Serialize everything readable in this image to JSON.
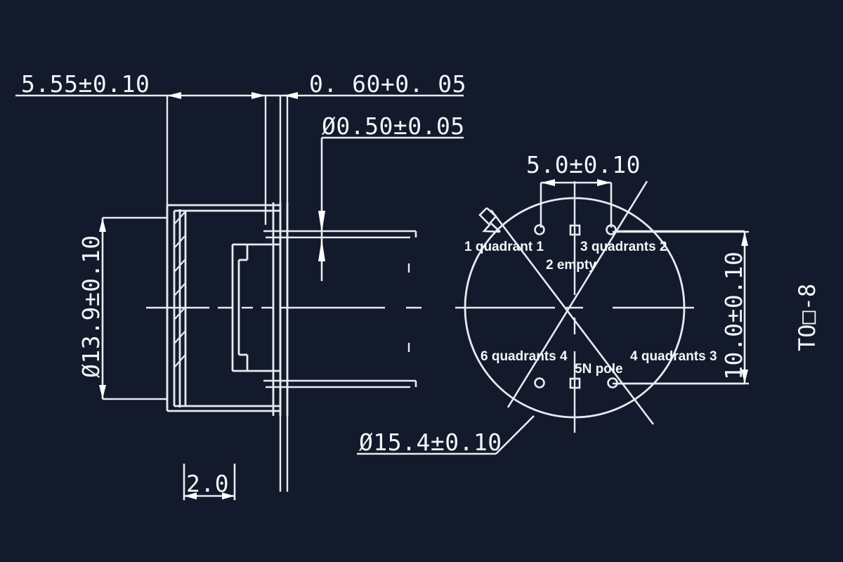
{
  "drawing": {
    "title": "TO-8 Package Outline Drawing",
    "background_color": "#131a2b",
    "line_color": "#e8ebf0",
    "accent_color": "#ffffff",
    "part_label": "TO□-8"
  },
  "dimensions": {
    "overall_length": "5.55±0.10",
    "flange_thickness": "0. 60+0. 05",
    "lead_diameter": "Ø0.50±0.05",
    "body_diameter": "Ø13.9±0.10",
    "step_width": "2.0",
    "pin_pitch_horizontal": "5.0±0.10",
    "flange_diameter": "Ø15.4±0.10",
    "pin_pitch_vertical": "10.0±0.10"
  },
  "pin_notes": {
    "pin1": "1 quadrant 1",
    "pin2": "2 empty",
    "pin3": "3 quadrants 2",
    "pin4": "4 quadrants 3",
    "pin5": "5N pole",
    "pin6": "6 quadrants 4"
  },
  "chart_data": {
    "type": "table",
    "title": "TO-8 Package Outline Drawing",
    "views": [
      {
        "name": "side-section-view",
        "description": "Sectioned side elevation of TO-8 header with flange and leads"
      },
      {
        "name": "front-circular-view",
        "description": "Front view of circular TO-8 header showing 6 pin locations"
      }
    ],
    "labeled_dimensions": [
      {
        "label": "5.55±0.10",
        "nominal": 5.55,
        "tolerance_plus": 0.1,
        "tolerance_minus": 0.1,
        "feature": "overall length",
        "view": "side"
      },
      {
        "label": "0. 60+0. 05",
        "nominal": 0.6,
        "tolerance_plus": 0.05,
        "tolerance_minus": 0.0,
        "feature": "flange thickness",
        "view": "side"
      },
      {
        "label": "Ø0.50±0.05",
        "nominal": 0.5,
        "tolerance_plus": 0.05,
        "tolerance_minus": 0.05,
        "feature": "lead diameter",
        "view": "side"
      },
      {
        "label": "Ø13.9±0.10",
        "nominal": 13.9,
        "tolerance_plus": 0.1,
        "tolerance_minus": 0.1,
        "feature": "body diameter",
        "view": "side"
      },
      {
        "label": "2.0",
        "nominal": 2.0,
        "feature": "step width",
        "view": "side"
      },
      {
        "label": "5.0±0.10",
        "nominal": 5.0,
        "tolerance_plus": 0.1,
        "tolerance_minus": 0.1,
        "feature": "pin pitch horizontal",
        "view": "front"
      },
      {
        "label": "Ø15.4±0.10",
        "nominal": 15.4,
        "tolerance_plus": 0.1,
        "tolerance_minus": 0.1,
        "feature": "flange diameter",
        "view": "front"
      },
      {
        "label": "10.0±0.10",
        "nominal": 10.0,
        "tolerance_plus": 0.1,
        "tolerance_minus": 0.1,
        "feature": "pin pitch vertical",
        "view": "front"
      }
    ],
    "pin_map": [
      {
        "pin": 1,
        "note": "1 quadrant 1",
        "position": "top-left"
      },
      {
        "pin": 2,
        "note": "2 empty",
        "position": "top-center"
      },
      {
        "pin": 3,
        "note": "3 quadrants 2",
        "position": "top-right"
      },
      {
        "pin": 4,
        "note": "4 quadrants 3",
        "position": "bottom-right"
      },
      {
        "pin": 5,
        "note": "5N pole",
        "position": "bottom-center"
      },
      {
        "pin": 6,
        "note": "6 quadrants 4",
        "position": "bottom-left"
      }
    ]
  }
}
